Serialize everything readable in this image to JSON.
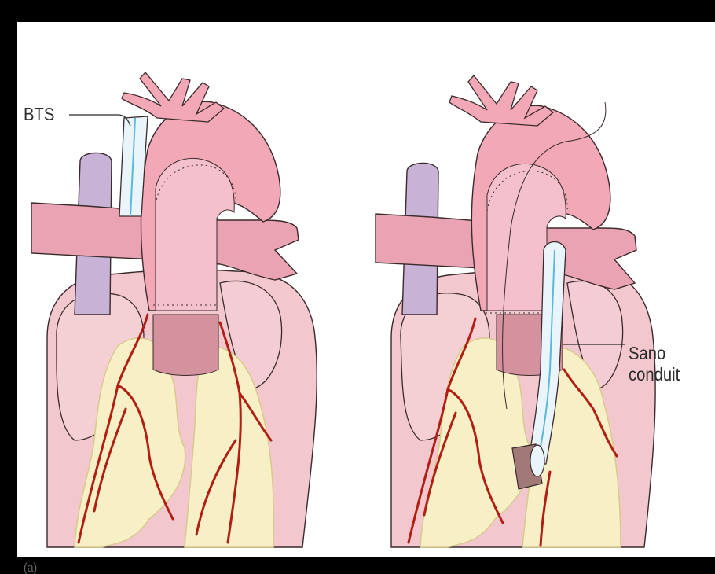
{
  "labels": {
    "bts": "BTS",
    "sano_line1": "Sano",
    "sano_line2": "conduit",
    "panel_letter": "(a)"
  },
  "colors": {
    "background": "#000000",
    "paper": "#ffffff",
    "aorta": "#f2a8b6",
    "aorta_dark": "#c98392",
    "pulmonary_artery": "#eaa3b3",
    "heart_pink": "#f2c7cd",
    "ventricle_deep": "#d4919e",
    "svc": "#c8b3d6",
    "fat": "#f7f0c6",
    "fat_outline": "#d8c98c",
    "coronary": "#b01e14",
    "graft": "#e9f4fb",
    "graft_blue": "#5ab9d6",
    "outline": "#3a2a2c",
    "patch": "#a17a78"
  }
}
